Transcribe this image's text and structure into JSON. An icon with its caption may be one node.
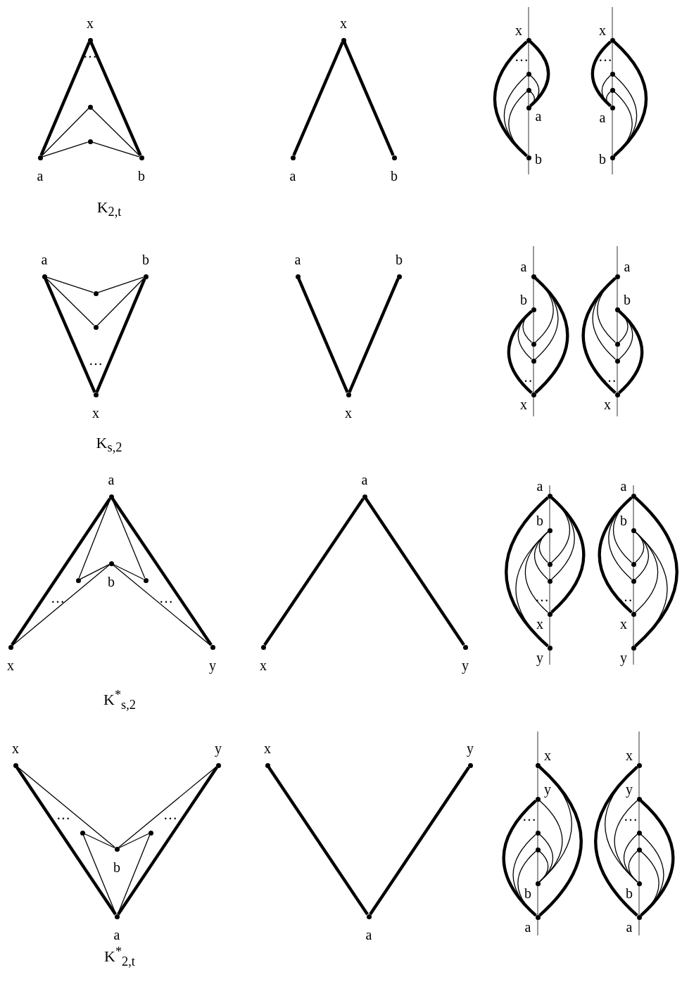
{
  "diagram": {
    "nodes": [
      {
        "text": [],
        "shape": "circle",
        "beside": [
          "x"
        ]
      },
      {
        "text": [],
        "shape": "circle"
      },
      {
        "text": [],
        "shape": "circle"
      },
      {
        "text": [],
        "shape": "circle",
        "beside": [
          "a"
        ]
      },
      {
        "text": [],
        "shape": "circle",
        "beside": [
          "b"
        ]
      },
      {
        "text": [],
        "shape": "circle",
        "beside": [
          "x"
        ]
      },
      {
        "text": [],
        "shape": "circle",
        "beside": [
          "a"
        ]
      },
      {
        "text": [],
        "shape": "circle",
        "beside": [
          "b"
        ]
      },
      {
        "text": [],
        "shape": "circle",
        "beside": [
          "x"
        ]
      },
      {
        "text": [],
        "shape": "circle"
      },
      {
        "text": [],
        "shape": "circle"
      },
      {
        "text": [],
        "shape": "circle",
        "beside": [
          "a"
        ]
      },
      {
        "text": [],
        "shape": "circle",
        "beside": [
          "b"
        ]
      },
      {
        "text": [],
        "shape": "circle",
        "beside": [
          "x"
        ]
      },
      {
        "text": [],
        "shape": "circle"
      },
      {
        "text": [],
        "shape": "circle"
      },
      {
        "text": [],
        "shape": "circle",
        "beside": [
          "a"
        ]
      },
      {
        "text": [],
        "shape": "circle",
        "beside": [
          "b"
        ]
      },
      {
        "text": [],
        "shape": "circle",
        "beside": [
          "a"
        ]
      },
      {
        "text": [],
        "shape": "circle",
        "beside": [
          "b"
        ]
      },
      {
        "text": [],
        "shape": "circle"
      },
      {
        "text": [],
        "shape": "circle"
      },
      {
        "text": [],
        "shape": "circle",
        "beside": [
          "x"
        ]
      },
      {
        "text": [],
        "shape": "circle",
        "beside": [
          "a"
        ]
      },
      {
        "text": [],
        "shape": "circle",
        "beside": [
          "b"
        ]
      },
      {
        "text": [],
        "shape": "circle",
        "beside": [
          "x"
        ]
      },
      {
        "text": [],
        "shape": "circle",
        "beside": [
          "a"
        ]
      },
      {
        "text": [],
        "shape": "circle",
        "beside": [
          "b"
        ]
      },
      {
        "text": [],
        "shape": "circle"
      },
      {
        "text": [],
        "shape": "circle"
      },
      {
        "text": [],
        "shape": "circle",
        "beside": [
          "x"
        ]
      },
      {
        "text": [],
        "shape": "circle",
        "beside": [
          "a"
        ]
      },
      {
        "text": [],
        "shape": "circle",
        "beside": [
          "b"
        ]
      },
      {
        "text": [],
        "shape": "circle"
      },
      {
        "text": [],
        "shape": "circle"
      },
      {
        "text": [],
        "shape": "circle",
        "beside": [
          "x"
        ]
      },
      {
        "text": [],
        "shape": "circle",
        "beside": [
          "a"
        ]
      },
      {
        "text": [],
        "shape": "circle"
      },
      {
        "text": [],
        "shape": "circle",
        "beside": [
          "b"
        ]
      },
      {
        "text": [],
        "shape": "circle"
      },
      {
        "text": [],
        "shape": "circle",
        "beside": [
          "x"
        ]
      },
      {
        "text": [],
        "shape": "circle",
        "beside": [
          "y"
        ]
      },
      {
        "text": [],
        "shape": "circle",
        "beside": [
          "a"
        ]
      },
      {
        "text": [],
        "shape": "circle",
        "beside": [
          "x"
        ]
      },
      {
        "text": [],
        "shape": "circle",
        "beside": [
          "y"
        ]
      },
      {
        "text": [],
        "shape": "circle",
        "beside": [
          "a"
        ]
      },
      {
        "text": [],
        "shape": "circle",
        "beside": [
          "b"
        ]
      },
      {
        "text": [],
        "shape": "circle"
      },
      {
        "text": [],
        "shape": "circle"
      },
      {
        "text": [],
        "shape": "circle",
        "beside": [
          "x"
        ]
      },
      {
        "text": [],
        "shape": "circle",
        "beside": [
          "y"
        ]
      },
      {
        "text": [],
        "shape": "circle",
        "beside": [
          "a"
        ]
      },
      {
        "text": [],
        "shape": "circle",
        "beside": [
          "b"
        ]
      },
      {
        "text": [],
        "shape": "circle"
      },
      {
        "text": [],
        "shape": "circle"
      },
      {
        "text": [],
        "shape": "circle",
        "beside": [
          "x"
        ]
      },
      {
        "text": [],
        "shape": "circle",
        "beside": [
          "y"
        ]
      },
      {
        "text": [],
        "shape": "circle",
        "beside": [
          "x"
        ]
      },
      {
        "text": [],
        "shape": "circle",
        "beside": [
          "y"
        ]
      },
      {
        "text": [],
        "shape": "circle"
      },
      {
        "text": [],
        "shape": "circle"
      },
      {
        "text": [],
        "shape": "circle",
        "beside": [
          "b"
        ]
      },
      {
        "text": [],
        "shape": "circle",
        "beside": [
          "a"
        ]
      },
      {
        "text": [],
        "shape": "circle",
        "beside": [
          "x"
        ]
      },
      {
        "text": [],
        "shape": "circle",
        "beside": [
          "y"
        ]
      },
      {
        "text": [],
        "shape": "circle",
        "beside": [
          "a"
        ]
      },
      {
        "text": [],
        "shape": "circle",
        "beside": [
          "x"
        ]
      },
      {
        "text": [],
        "shape": "circle",
        "beside": [
          "y"
        ]
      },
      {
        "text": [],
        "shape": "circle"
      },
      {
        "text": [],
        "shape": "circle"
      },
      {
        "text": [],
        "shape": "circle",
        "beside": [
          "b"
        ]
      },
      {
        "text": [],
        "shape": "circle",
        "beside": [
          "a"
        ]
      },
      {
        "text": [],
        "shape": "circle",
        "beside": [
          "x"
        ]
      },
      {
        "text": [],
        "shape": "circle",
        "beside": [
          "y"
        ]
      },
      {
        "text": [],
        "shape": "circle"
      },
      {
        "text": [],
        "shape": "circle"
      },
      {
        "text": [],
        "shape": "circle",
        "beside": [
          "b"
        ]
      },
      {
        "text": [],
        "shape": "circle",
        "beside": [
          "a"
        ]
      }
    ],
    "edges": [
      {
        "from": 0,
        "to": 3,
        "arrow": "none",
        "style": "thick"
      },
      {
        "from": 0,
        "to": 4,
        "arrow": "none",
        "style": "thick"
      },
      {
        "from": 1,
        "to": 3,
        "arrow": "none"
      },
      {
        "from": 1,
        "to": 4,
        "arrow": "none"
      },
      {
        "from": 2,
        "to": 3,
        "arrow": "none"
      },
      {
        "from": 2,
        "to": 4,
        "arrow": "none"
      },
      {
        "from": 5,
        "to": 6,
        "arrow": "none",
        "style": "thick"
      },
      {
        "from": 5,
        "to": 7,
        "arrow": "none",
        "style": "thick"
      },
      {
        "from": 8,
        "to": 11,
        "arrow": "none",
        "style": "thick"
      },
      {
        "from": 8,
        "to": 12,
        "arrow": "none",
        "style": "thick"
      },
      {
        "from": 9,
        "to": 11,
        "arrow": "none"
      },
      {
        "from": 10,
        "to": 11,
        "arrow": "none"
      },
      {
        "from": 9,
        "to": 12,
        "arrow": "none"
      },
      {
        "from": 10,
        "to": 12,
        "arrow": "none"
      },
      {
        "from": 13,
        "to": 16,
        "arrow": "none",
        "style": "thick"
      },
      {
        "from": 13,
        "to": 17,
        "arrow": "none",
        "style": "thick"
      },
      {
        "from": 14,
        "to": 16,
        "arrow": "none"
      },
      {
        "from": 15,
        "to": 16,
        "arrow": "none"
      },
      {
        "from": 14,
        "to": 17,
        "arrow": "none"
      },
      {
        "from": 15,
        "to": 17,
        "arrow": "none"
      },
      {
        "from": 18,
        "to": 22,
        "arrow": "none",
        "style": "thick"
      },
      {
        "from": 19,
        "to": 22,
        "arrow": "none",
        "style": "thick"
      },
      {
        "from": 18,
        "to": 20,
        "arrow": "none"
      },
      {
        "from": 19,
        "to": 20,
        "arrow": "none"
      },
      {
        "from": 18,
        "to": 21,
        "arrow": "none"
      },
      {
        "from": 19,
        "to": 21,
        "arrow": "none"
      },
      {
        "from": 23,
        "to": 25,
        "arrow": "none",
        "style": "thick"
      },
      {
        "from": 24,
        "to": 25,
        "arrow": "none",
        "style": "thick"
      },
      {
        "from": 26,
        "to": 30,
        "arrow": "none",
        "style": "thick"
      },
      {
        "from": 27,
        "to": 30,
        "arrow": "none",
        "style": "thick"
      },
      {
        "from": 26,
        "to": 28,
        "arrow": "none"
      },
      {
        "from": 26,
        "to": 29,
        "arrow": "none"
      },
      {
        "from": 27,
        "to": 28,
        "arrow": "none"
      },
      {
        "from": 27,
        "to": 29,
        "arrow": "none"
      },
      {
        "from": 31,
        "to": 35,
        "arrow": "none",
        "style": "thick"
      },
      {
        "from": 32,
        "to": 35,
        "arrow": "none",
        "style": "thick"
      },
      {
        "from": 31,
        "to": 33,
        "arrow": "none"
      },
      {
        "from": 31,
        "to": 34,
        "arrow": "none"
      },
      {
        "from": 32,
        "to": 33,
        "arrow": "none"
      },
      {
        "from": 32,
        "to": 34,
        "arrow": "none"
      },
      {
        "from": 36,
        "to": 40,
        "arrow": "none",
        "style": "thick"
      },
      {
        "from": 36,
        "to": 41,
        "arrow": "none",
        "style": "thick"
      },
      {
        "from": 36,
        "to": 37,
        "arrow": "none"
      },
      {
        "from": 37,
        "to": 38,
        "arrow": "none"
      },
      {
        "from": 36,
        "to": 39,
        "arrow": "none"
      },
      {
        "from": 39,
        "to": 38,
        "arrow": "none"
      },
      {
        "from": 38,
        "to": 40,
        "arrow": "none"
      },
      {
        "from": 38,
        "to": 41,
        "arrow": "none"
      },
      {
        "from": 42,
        "to": 43,
        "arrow": "none",
        "style": "thick"
      },
      {
        "from": 42,
        "to": 44,
        "arrow": "none",
        "style": "thick"
      },
      {
        "from": 45,
        "to": 50,
        "arrow": "none",
        "style": "thick"
      },
      {
        "from": 45,
        "to": 49,
        "arrow": "none",
        "style": "thick"
      },
      {
        "from": 45,
        "to": 47,
        "arrow": "none"
      },
      {
        "from": 45,
        "to": 48,
        "arrow": "none"
      },
      {
        "from": 46,
        "to": 47,
        "arrow": "none"
      },
      {
        "from": 46,
        "to": 48,
        "arrow": "none"
      },
      {
        "from": 46,
        "to": 49,
        "arrow": "none"
      },
      {
        "from": 46,
        "to": 50,
        "arrow": "none"
      },
      {
        "from": 51,
        "to": 55,
        "arrow": "none",
        "style": "thick"
      },
      {
        "from": 51,
        "to": 56,
        "arrow": "none",
        "style": "thick"
      },
      {
        "from": 51,
        "to": 53,
        "arrow": "none"
      },
      {
        "from": 51,
        "to": 54,
        "arrow": "none"
      },
      {
        "from": 52,
        "to": 53,
        "arrow": "none"
      },
      {
        "from": 52,
        "to": 54,
        "arrow": "none"
      },
      {
        "from": 52,
        "to": 55,
        "arrow": "none"
      },
      {
        "from": 52,
        "to": 56,
        "arrow": "none"
      },
      {
        "from": 57,
        "to": 62,
        "arrow": "none",
        "style": "thick"
      },
      {
        "from": 58,
        "to": 62,
        "arrow": "none",
        "style": "thick"
      },
      {
        "from": 57,
        "to": 61,
        "arrow": "none"
      },
      {
        "from": 58,
        "to": 61,
        "arrow": "none"
      },
      {
        "from": 59,
        "to": 61,
        "arrow": "none"
      },
      {
        "from": 60,
        "to": 61,
        "arrow": "none"
      },
      {
        "from": 59,
        "to": 62,
        "arrow": "none"
      },
      {
        "from": 60,
        "to": 62,
        "arrow": "none"
      },
      {
        "from": 63,
        "to": 65,
        "arrow": "none",
        "style": "thick"
      },
      {
        "from": 64,
        "to": 65,
        "arrow": "none",
        "style": "thick"
      },
      {
        "from": 66,
        "to": 71,
        "arrow": "none",
        "style": "thick"
      },
      {
        "from": 67,
        "to": 71,
        "arrow": "none",
        "style": "thick"
      },
      {
        "from": 66,
        "to": 70,
        "arrow": "none"
      },
      {
        "from": 67,
        "to": 70,
        "arrow": "none"
      },
      {
        "from": 68,
        "to": 70,
        "arrow": "none"
      },
      {
        "from": 69,
        "to": 70,
        "arrow": "none"
      },
      {
        "from": 68,
        "to": 71,
        "arrow": "none"
      },
      {
        "from": 69,
        "to": 71,
        "arrow": "none"
      },
      {
        "from": 72,
        "to": 77,
        "arrow": "none",
        "style": "thick"
      },
      {
        "from": 73,
        "to": 77,
        "arrow": "none",
        "style": "thick"
      },
      {
        "from": 72,
        "to": 76,
        "arrow": "none"
      },
      {
        "from": 73,
        "to": 76,
        "arrow": "none"
      },
      {
        "from": 74,
        "to": 76,
        "arrow": "none"
      },
      {
        "from": 75,
        "to": 76,
        "arrow": "none"
      },
      {
        "from": 74,
        "to": 77,
        "arrow": "none"
      },
      {
        "from": 75,
        "to": 77,
        "arrow": "none"
      }
    ],
    "labels": [
      "…",
      "…",
      "…",
      "K$_{2,t}$",
      "…",
      "…",
      "…",
      "K$_{s,2}$",
      "…",
      "…",
      "…",
      "…",
      "K$^{*}$$_{s,2}$",
      "…",
      "…",
      "…",
      "…",
      "K$^{*}$$_{2,t}$"
    ]
  }
}
